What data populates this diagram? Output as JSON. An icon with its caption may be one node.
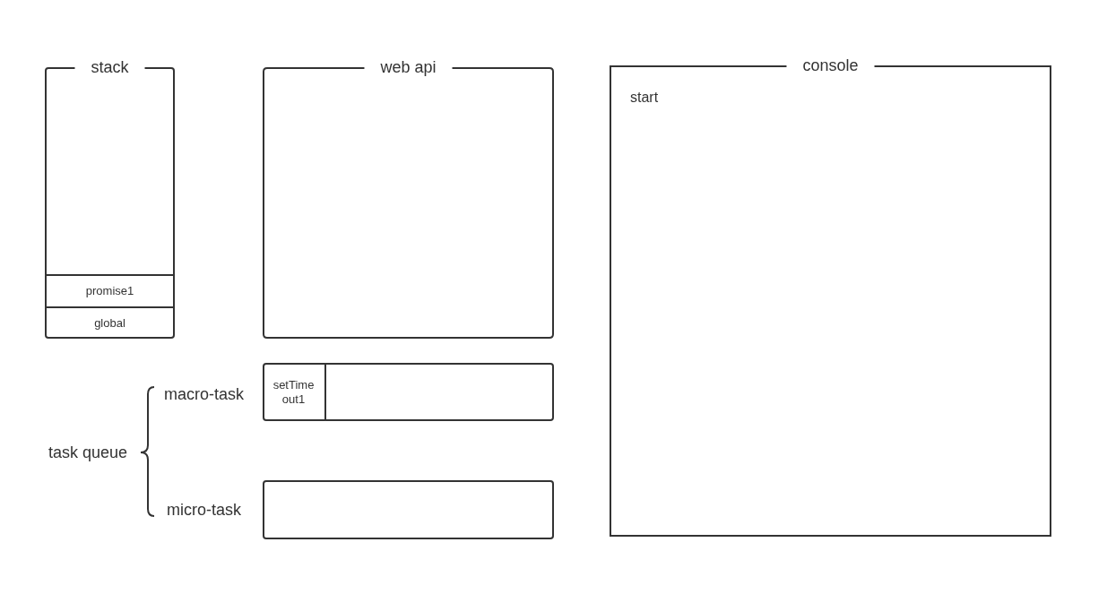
{
  "diagram": {
    "nodes": [
      {
        "text": [
          "stack"
        ]
      },
      {
        "text": [
          "promise1"
        ],
        "in": 0
      },
      {
        "text": [
          "global"
        ],
        "in": 0
      },
      {
        "text": [
          "web api"
        ]
      },
      {
        "text": [
          "console",
          "start"
        ]
      },
      {
        "text": [],
        "shape": "box",
        "beside": [
          "macro-task"
        ]
      },
      {
        "text": [
          "setTimeout1"
        ],
        "in": 5
      },
      {
        "text": [],
        "shape": "box",
        "beside": [
          "micro-task"
        ]
      }
    ],
    "labels": [
      "task queue"
    ]
  }
}
